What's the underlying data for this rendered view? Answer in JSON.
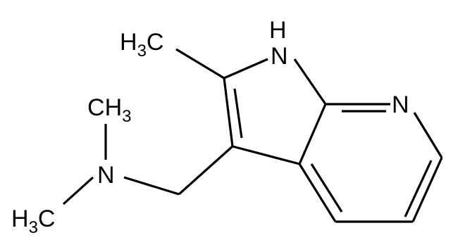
{
  "molecule": {
    "atoms": {
      "nh": {
        "element": "N",
        "hydrogen": "H"
      },
      "pyridine_n": {
        "element": "N"
      },
      "amine_n": {
        "element": "N"
      },
      "methyl_top": {
        "prefix": "H",
        "count": "3",
        "suffix": "C"
      },
      "methyl_n_top": {
        "element": "C",
        "hydrogen": "H",
        "count": "3"
      },
      "methyl_n_bottom": {
        "prefix": "H",
        "count": "3",
        "suffix": "C"
      }
    },
    "colors": {
      "bond": "#000000",
      "label": "#000000",
      "background": "#ffffff"
    }
  }
}
